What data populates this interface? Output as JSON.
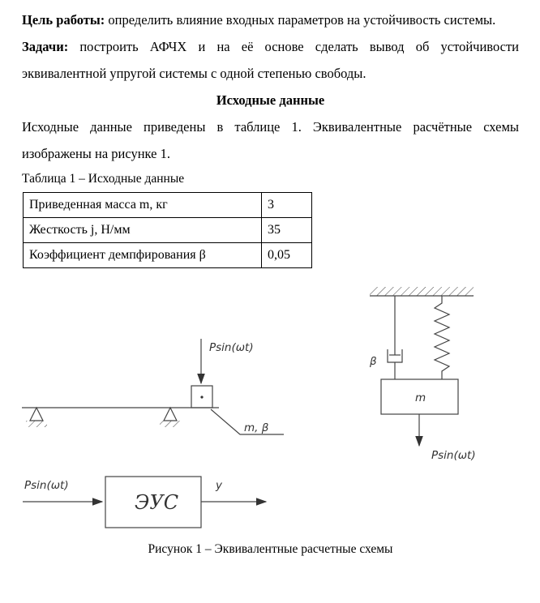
{
  "page": {
    "paragraphs": {
      "goal": {
        "lead": "Цель работы:",
        "text": " определить влияние входных параметров на устойчивость системы."
      },
      "tasks": {
        "lead": "Задачи:",
        "text": " построить АФЧХ и на её основе сделать вывод об устойчивости эквивалентной упругой системы с одной степенью свободы."
      },
      "intro": "Исходные данные приведены в таблице 1. Эквивалентные расчётные схемы изображены на рисунке 1."
    },
    "heading": "Исходные данные",
    "table": {
      "caption": "Таблица 1 – Исходные данные",
      "rows": [
        {
          "label": "Приведенная масса m, кг",
          "value": "3"
        },
        {
          "label": "Жесткость j, Н/мм",
          "value": "35"
        },
        {
          "label": "Коэффициент демпфирования β",
          "value": "0,05"
        }
      ]
    },
    "figure": {
      "beam_force_label": "Psin(ωt)",
      "beam_mass_label": "m, β",
      "damper_label": "β",
      "mass_label": "m",
      "spring_force_label": "Psin(ωt)",
      "block_input_label": "Psin(ωt)",
      "block_name": "ЭУС",
      "block_output_label": "y",
      "caption": "Рисунок 1 – Эквивалентные расчетные схемы"
    }
  }
}
